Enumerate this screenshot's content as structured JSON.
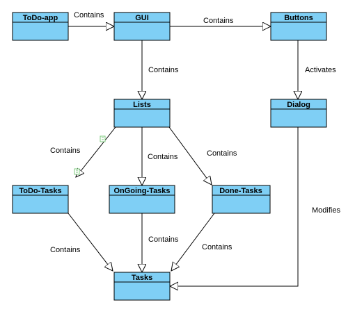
{
  "diagram": {
    "type": "uml-class-diagram",
    "colors": {
      "box_fill": "#7fcff5",
      "box_stroke": "#000000",
      "line": "#000000",
      "anchor_marker": "#7cc87c"
    },
    "classes": [
      {
        "id": "todo-app",
        "name": "ToDo-app"
      },
      {
        "id": "gui",
        "name": "GUI"
      },
      {
        "id": "buttons",
        "name": "Buttons"
      },
      {
        "id": "lists",
        "name": "Lists"
      },
      {
        "id": "dialog",
        "name": "Dialog"
      },
      {
        "id": "todo-tasks",
        "name": "ToDo-Tasks"
      },
      {
        "id": "ongoing-tasks",
        "name": "OnGoing-Tasks"
      },
      {
        "id": "done-tasks",
        "name": "Done-Tasks"
      },
      {
        "id": "tasks",
        "name": "Tasks"
      }
    ],
    "relations": [
      {
        "from": "ToDo-app",
        "to": "GUI",
        "label": "Contains"
      },
      {
        "from": "GUI",
        "to": "Buttons",
        "label": "Contains"
      },
      {
        "from": "GUI",
        "to": "Lists",
        "label": "Contains"
      },
      {
        "from": "Buttons",
        "to": "Dialog",
        "label": "Activates"
      },
      {
        "from": "Lists",
        "to": "ToDo-Tasks",
        "label": "Contains"
      },
      {
        "from": "Lists",
        "to": "OnGoing-Tasks",
        "label": "Contains"
      },
      {
        "from": "Lists",
        "to": "Done-Tasks",
        "label": "Contains"
      },
      {
        "from": "Dialog",
        "to": "Tasks",
        "label": "Modifies"
      },
      {
        "from": "ToDo-Tasks",
        "to": "Tasks",
        "label": "Contains"
      },
      {
        "from": "OnGoing-Tasks",
        "to": "Tasks",
        "label": "Contains"
      },
      {
        "from": "Done-Tasks",
        "to": "Tasks",
        "label": "Contains"
      }
    ]
  }
}
